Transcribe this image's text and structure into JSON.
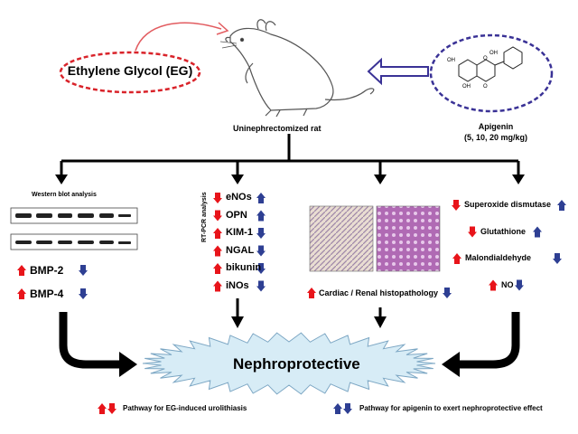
{
  "eg_label": "Ethylene Glycol (EG)",
  "rat_label": "Uninephrectomized rat",
  "apigenin": {
    "name": "Apigenin",
    "dose": "(5, 10, 20 mg/kg)",
    "oh1": "OH",
    "oh2": "OH",
    "oh3": "OH",
    "o1": "O",
    "o2": "O"
  },
  "western_title": "Western blot analysis",
  "bmp": [
    {
      "label": "BMP-2",
      "eg": "up",
      "api": "down"
    },
    {
      "label": "BMP-4",
      "eg": "up",
      "api": "down"
    }
  ],
  "rtpcr_label": "RT-PCR analysis",
  "genes": [
    {
      "label": "eNOs",
      "eg": "down",
      "api": "up"
    },
    {
      "label": "OPN",
      "eg": "down",
      "api": "up"
    },
    {
      "label": "KIM-1",
      "eg": "up",
      "api": "down"
    },
    {
      "label": "NGAL",
      "eg": "up",
      "api": "down"
    },
    {
      "label": "bikunin",
      "eg": "up",
      "api": "down"
    },
    {
      "label": "iNOs",
      "eg": "up",
      "api": "down"
    }
  ],
  "histo_label": "Cardiac / Renal histopathology",
  "oxidative": [
    {
      "label": "Superoxide dismutase",
      "eg": "down",
      "api": "up"
    },
    {
      "label": "Glutathione",
      "eg": "down",
      "api": "up"
    },
    {
      "label": "Malondialdehyde",
      "eg": "up",
      "api": "down"
    },
    {
      "label": "NO",
      "eg": "up",
      "api": "down"
    }
  ],
  "outcome": "Nephroprotective",
  "legend": {
    "eg": "Pathway for EG-induced urolithiasis",
    "api": "Pathway for apigenin to exert nephroprotective effect"
  },
  "colors": {
    "eg_red": "#e8141a",
    "api_blue": "#2e3f93",
    "eg_dash": "#d9232a",
    "api_dash": "#3a3296",
    "burst": "#d7ecf6"
  }
}
